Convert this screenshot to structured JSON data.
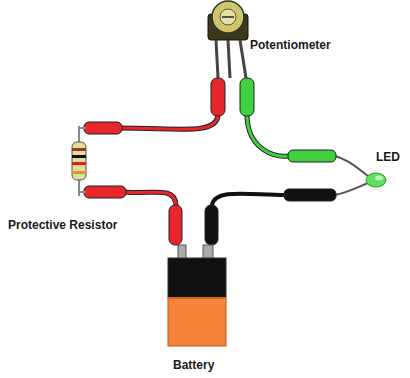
{
  "diagram": {
    "labels": [
      "Potentiometer",
      "LED",
      "Protective Resistor",
      "Battery"
    ]
  }
}
